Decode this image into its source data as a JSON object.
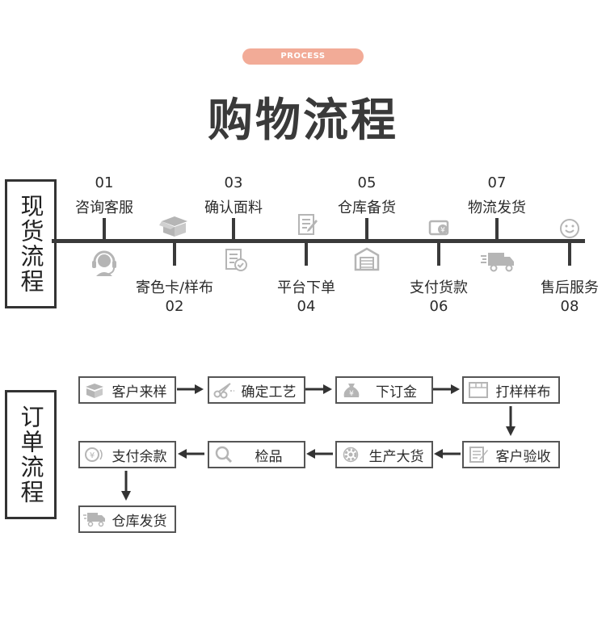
{
  "header": {
    "badge": "PROCESS",
    "title": "购物流程"
  },
  "section_stock": {
    "label": "现货流程",
    "steps": [
      {
        "num": "01",
        "label": "咨询客服",
        "icon": "headset-icon"
      },
      {
        "num": "02",
        "label": "寄色卡/样布",
        "icon": "package-icon"
      },
      {
        "num": "03",
        "label": "确认面料",
        "icon": "document-check-icon"
      },
      {
        "num": "04",
        "label": "平台下单",
        "icon": "order-form-icon"
      },
      {
        "num": "05",
        "label": "仓库备货",
        "icon": "warehouse-icon"
      },
      {
        "num": "06",
        "label": "支付货款",
        "icon": "wallet-yen-icon"
      },
      {
        "num": "07",
        "label": "物流发货",
        "icon": "delivery-truck-icon"
      },
      {
        "num": "08",
        "label": "售后服务",
        "icon": "smiley-icon"
      }
    ]
  },
  "section_order": {
    "label": "订单流程",
    "steps": [
      {
        "label": "客户来样",
        "icon": "package-icon"
      },
      {
        "label": "确定工艺",
        "icon": "scissors-icon"
      },
      {
        "label": "下订金",
        "icon": "money-bag-icon"
      },
      {
        "label": "打样样布",
        "icon": "fabric-swatch-icon"
      },
      {
        "label": "客户验收",
        "icon": "checklist-icon"
      },
      {
        "label": "生产大货",
        "icon": "gear-icon"
      },
      {
        "label": "检品",
        "icon": "magnifier-icon"
      },
      {
        "label": "支付余款",
        "icon": "yen-coin-icon"
      },
      {
        "label": "仓库发货",
        "icon": "delivery-truck-icon"
      }
    ]
  },
  "colors": {
    "accent_pill": "#f2ab97",
    "line": "#3a3a3a",
    "icon_gray": "#b5b5b5"
  }
}
